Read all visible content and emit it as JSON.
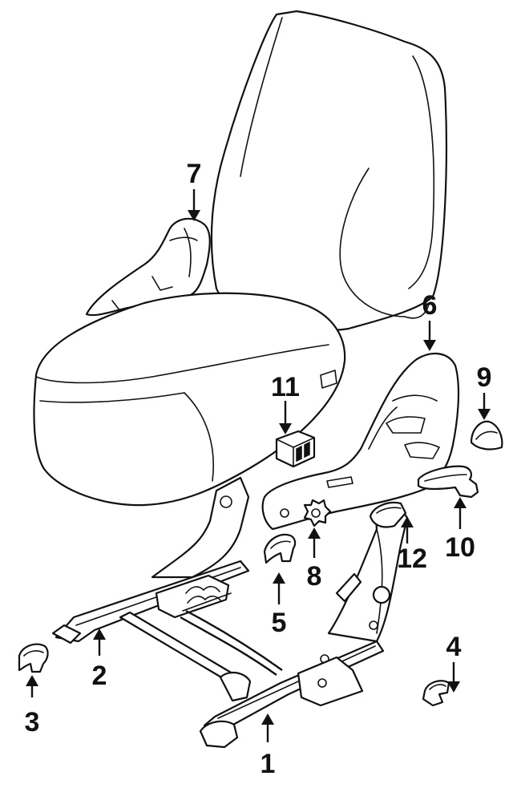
{
  "diagram": {
    "callouts": {
      "c1": "1",
      "c2": "2",
      "c3": "3",
      "c4": "4",
      "c5": "5",
      "c6": "6",
      "c7": "7",
      "c8": "8",
      "c9": "9",
      "c10": "10",
      "c11": "11",
      "c12": "12"
    },
    "colors": {
      "ink": "#111111",
      "paper": "#ffffff"
    }
  }
}
